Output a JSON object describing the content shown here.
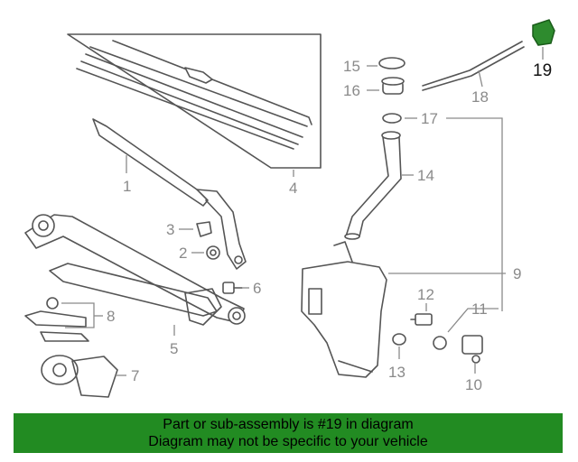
{
  "diagram": {
    "callouts": {
      "c1": "1",
      "c2": "2",
      "c3": "3",
      "c4": "4",
      "c5": "5",
      "c6": "6",
      "c7": "7",
      "c8": "8",
      "c9": "9",
      "c10": "10",
      "c11": "11",
      "c12": "12",
      "c13": "13",
      "c14": "14",
      "c15": "15",
      "c16": "16",
      "c17": "17",
      "c18": "18",
      "c19": "19"
    },
    "highlight_color": "#2e8b2e",
    "highlighted_part": "19"
  },
  "banner": {
    "line1": "Part or sub-assembly is #19 in diagram",
    "line2": "Diagram may not be specific to your vehicle",
    "background": "#228b22"
  }
}
